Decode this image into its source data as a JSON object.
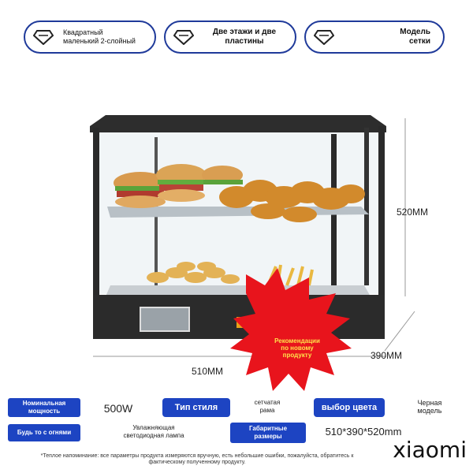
{
  "features": [
    {
      "icon": "diamond-icon",
      "text": "Квадратный\nмаленький 2-слойный"
    },
    {
      "icon": "diamond-icon",
      "text": "Две этажи и две\nпластины"
    },
    {
      "icon": "diamond-icon",
      "text": "Модель\nсетки"
    }
  ],
  "dimensions": {
    "height": "520MM",
    "depth": "390MM",
    "width": "510MM"
  },
  "badge": {
    "text": "Рекомендации\nпо новому\nпродукту",
    "color": "#e8141c"
  },
  "specs": {
    "power_label": "Номинальная\nмощность",
    "power_value": "500W",
    "style_label": "Тип стиля",
    "style_value": "сетчатая\nрама",
    "color_label": "выбор цвета",
    "color_value": "Черная\nмодель",
    "light_label": "Будь то с огнями",
    "light_value": "Увлажняющая\nсветодиодная лампа",
    "size_label": "Габаритные\nразмеры",
    "size_value": "510*390*520mm"
  },
  "footnote": "*Теплое напоминание: все параметры продукта измеряются вручную, есть небольшие ошибки, пожалуйста, обратитесь к фактическому полученному продукту.",
  "brand": "xiaomi",
  "colors": {
    "accent": "#1d44c2",
    "pill_border": "#1f3a9a",
    "frame": "#2a2a2a"
  }
}
